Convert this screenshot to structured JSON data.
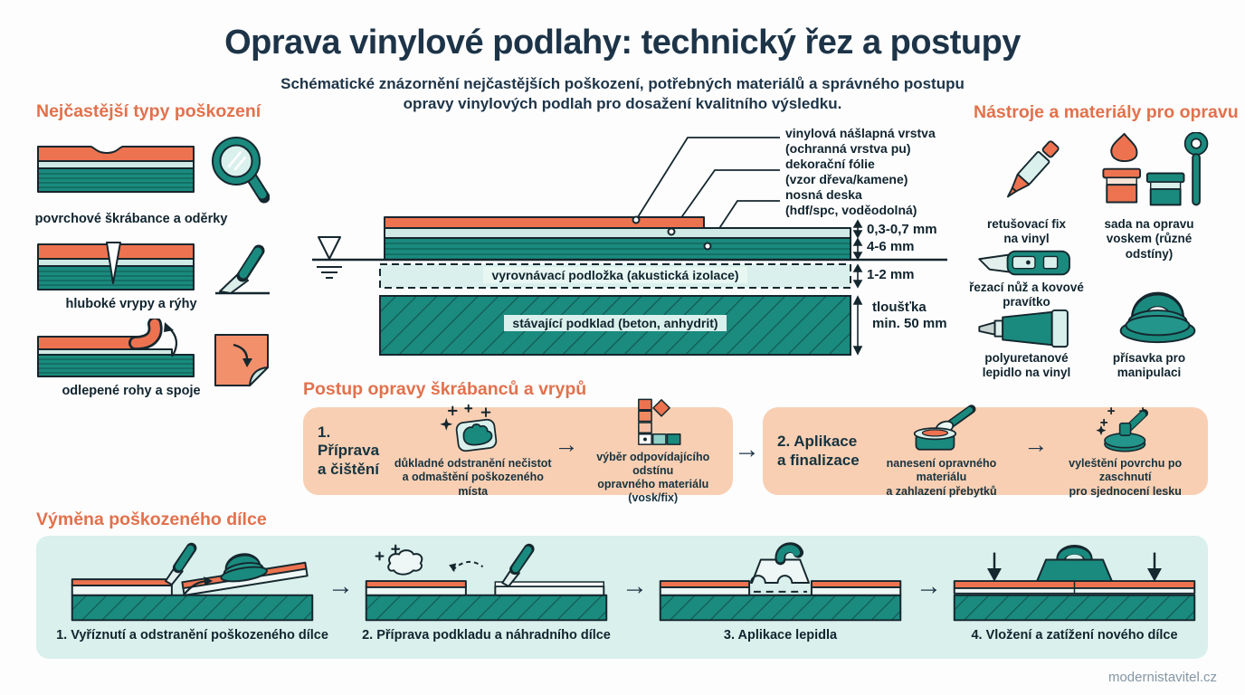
{
  "page": {
    "title": "Oprava vinylové podlahy: technický řez a postupy",
    "subtitle": "Schématické znázornění nejčastějších poškození, potřebných materiálů a správného postupu\nopravy vinylových podlah pro dosažení kvalitního výsledku.",
    "footer": "modernistavitel.cz"
  },
  "arrow_glyph": "→",
  "colors": {
    "accent_orange": "#e2714c",
    "fill_orange": "#ed7350",
    "teal": "#1a8a7e",
    "mint_layer": "#cfe9e5",
    "panel_peach": "#f8cfb3",
    "panel_mint": "#d9f0ec",
    "title_navy": "#1d3448",
    "outline_ink": "#15272e"
  },
  "damage": {
    "heading": "Nejčastější typy poškození",
    "items": [
      {
        "label": "povrchové škrábance a oděrky",
        "icon": "magnifier-icon"
      },
      {
        "label": "hluboké vrypy a rýhy",
        "icon": "scalpel-icon"
      },
      {
        "label": "odlepené rohy a spoje",
        "icon": "peeling-corner-icon"
      }
    ]
  },
  "cross_section": {
    "layer_labels": [
      "vinylová nášlapná vrstva\n(ochranná vrstva pu)",
      "dekorační fólie\n(vzor dřeva/kamene)",
      "nosná deska\n(hdf/spc, voděodolná)"
    ],
    "underlay_label": "vyrovnávací podložka (akustická izolace)",
    "subfloor_label": "stávající podklad (beton, anhydrit)",
    "dim_wear_layer": "0,3-0,7 mm",
    "dim_plank": "4-6 mm",
    "dim_underlay": "1-2 mm",
    "dim_subfloor": "tloušťka\nmin. 50 mm"
  },
  "tools": {
    "heading": "Nástroje a materiály pro opravu",
    "items": [
      {
        "label": "retušovací fix\nna vinyl",
        "icon": "marker-pen-icon"
      },
      {
        "label": "sada na opravu\nvoskem (různé odstíny)",
        "icon": "wax-kit-icon"
      },
      {
        "label": "řezací nůž a kovové\npravítko",
        "icon": "utility-knife-icon"
      },
      {
        "label": "polyuretanové\nlepidlo na vinyl",
        "icon": "glue-tube-icon"
      },
      {
        "label": "přísavka pro\nmanipulaci",
        "icon": "suction-cup-icon"
      }
    ]
  },
  "scratch_repair": {
    "heading": "Postup opravy škrábanců a vrypů",
    "panel1": {
      "step_label": "1. Příprava\na čištění",
      "item1": "důkladné odstranění nečistot\na odmaštění poškozeného místa",
      "item2": "výběr odpovídajícího odstínu\nopravného materiálu (vosk/fix)"
    },
    "panel2": {
      "step_label": "2. Aplikace\na finalizace",
      "item1": "nanesení opravného materiálu\na zahlazení přebytků",
      "item2": "vyleštění povrchu po zaschnutí\npro sjednocení lesku"
    }
  },
  "replacement": {
    "heading": "Výměna poškozeného dílce",
    "steps": [
      "1. Vyříznutí a odstranění poškozeného dílce",
      "2. Příprava podkladu a náhradního dílce",
      "3. Aplikace lepidla",
      "4. Vložení a zatížení nového dílce"
    ]
  }
}
